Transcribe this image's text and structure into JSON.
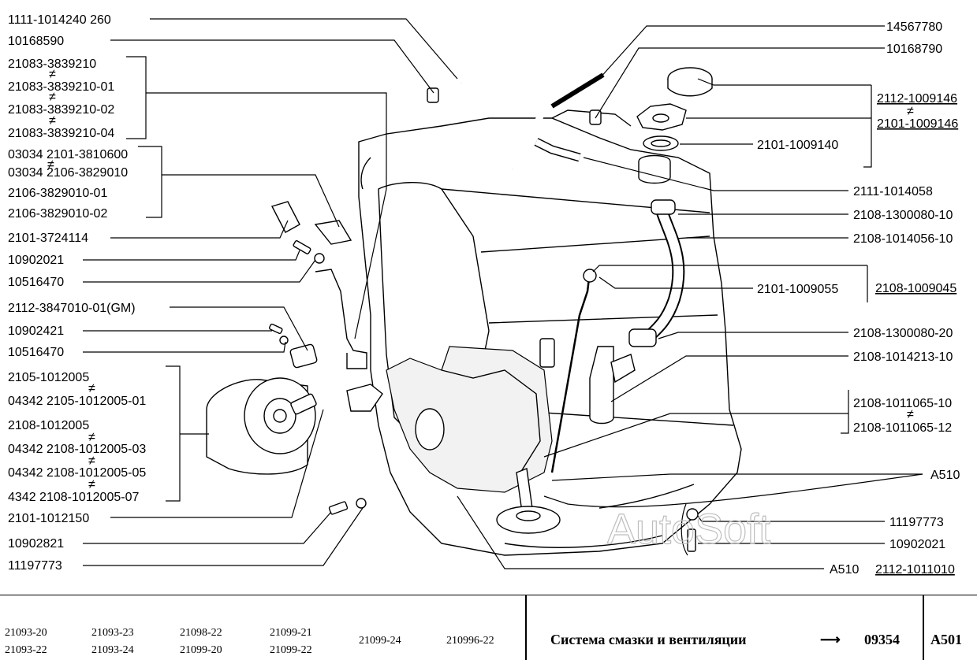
{
  "diagram": {
    "watermark": "AutoSoft",
    "left_labels": [
      {
        "id": "l1",
        "text": "1111-1014240 260"
      },
      {
        "id": "l2",
        "text": "10168590"
      },
      {
        "id": "l3",
        "text": "21083-3839210"
      },
      {
        "id": "l4",
        "text": "21083-3839210-01"
      },
      {
        "id": "l5",
        "text": "21083-3839210-02"
      },
      {
        "id": "l6",
        "text": "21083-3839210-04"
      },
      {
        "id": "l7",
        "text": "03034 2101-3810600"
      },
      {
        "id": "l8",
        "text": "03034 2106-3829010"
      },
      {
        "id": "l9",
        "text": "2106-3829010-01"
      },
      {
        "id": "l10",
        "text": "2106-3829010-02"
      },
      {
        "id": "l11",
        "text": "2101-3724114"
      },
      {
        "id": "l12",
        "text": "10902021"
      },
      {
        "id": "l13",
        "text": "10516470"
      },
      {
        "id": "l14",
        "text": "2112-3847010-01(GM)"
      },
      {
        "id": "l15",
        "text": "10902421"
      },
      {
        "id": "l16",
        "text": "10516470"
      },
      {
        "id": "l17",
        "text": "2105-1012005"
      },
      {
        "id": "l18",
        "text": "04342 2105-1012005-01"
      },
      {
        "id": "l19",
        "text": "2108-1012005"
      },
      {
        "id": "l20",
        "text": "04342 2108-1012005-03"
      },
      {
        "id": "l21",
        "text": "04342 2108-1012005-05"
      },
      {
        "id": "l22",
        "text": "4342  2108-1012005-07"
      },
      {
        "id": "l23",
        "text": "2101-1012150"
      },
      {
        "id": "l24",
        "text": "10902821"
      },
      {
        "id": "l25",
        "text": "11197773"
      }
    ],
    "right_labels": [
      {
        "id": "r1",
        "text": "14567780"
      },
      {
        "id": "r2",
        "text": "10168790"
      },
      {
        "id": "r3",
        "text": "2112-1009146"
      },
      {
        "id": "r4",
        "text": "2101-1009146"
      },
      {
        "id": "r5",
        "text": "2101-1009140"
      },
      {
        "id": "r6",
        "text": "2111-1014058"
      },
      {
        "id": "r7",
        "text": "2108-1300080-10"
      },
      {
        "id": "r8",
        "text": "2108-1014056-10"
      },
      {
        "id": "r9",
        "text": "2101-1009055"
      },
      {
        "id": "r10",
        "text": "2108-1009045"
      },
      {
        "id": "r11",
        "text": "2108-1300080-20"
      },
      {
        "id": "r12",
        "text": "2108-1014213-10"
      },
      {
        "id": "r13",
        "text": "2108-1011065-10"
      },
      {
        "id": "r14",
        "text": "2108-1011065-12"
      },
      {
        "id": "r15",
        "text": "A510"
      },
      {
        "id": "r16",
        "text": "11197773"
      },
      {
        "id": "r17",
        "text": "10902021"
      },
      {
        "id": "r18",
        "text": "A510"
      },
      {
        "id": "r19",
        "text": "2112-1011010"
      }
    ],
    "neq_symbol": "≠"
  },
  "footer": {
    "models": [
      "21093-20",
      "21093-23",
      "21098-22",
      "21099-21",
      "21099-24",
      "210996-22",
      "21093-22",
      "21093-24",
      "21099-20",
      "21099-22"
    ],
    "title": "Система смазки и вентиляции",
    "arrow": "⟶",
    "ref": "09354",
    "code": "A501"
  }
}
